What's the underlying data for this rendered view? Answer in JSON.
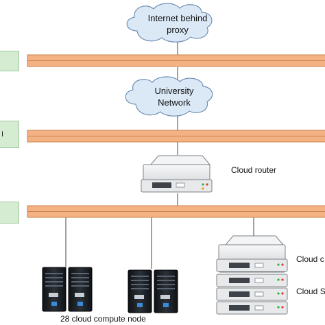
{
  "clouds": {
    "internet": {
      "line1": "Internet behind",
      "line2": "proxy"
    },
    "university": {
      "line1": "University",
      "line2": "Network"
    }
  },
  "side_tabs": [
    "",
    "I",
    ""
  ],
  "labels": {
    "router": "Cloud router",
    "compute": "28 cloud compute node",
    "storage_top": "Cloud c",
    "storage_bottom": "Cloud S"
  },
  "colors": {
    "bus_fill": "#f4b183",
    "bus_stroke": "#c8834f",
    "cloud_fill": "#dbe9f7",
    "cloud_stroke": "#6f8fb5",
    "server_fill": "#e4e6e8",
    "rack_fill": "#1b1f24",
    "tab_fill": "#d6ecd2"
  },
  "icons": {
    "router": "rack-server-icon",
    "compute": "tower-server-icon",
    "storage": "server-stack-icon"
  }
}
